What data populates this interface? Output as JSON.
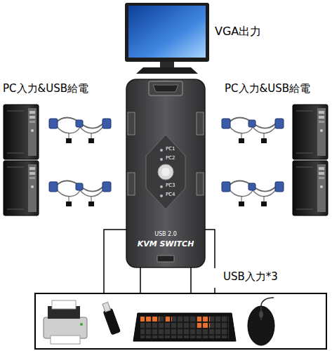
{
  "diagram": {
    "labels": [
      "VGA出力",
      "PC入力&USB給電",
      "PC入力&USB給電",
      "PC1",
      "PC2",
      "PC3",
      "PC4",
      "USB 2.0",
      "KVM SWITCH",
      "USB入力*3"
    ]
  }
}
